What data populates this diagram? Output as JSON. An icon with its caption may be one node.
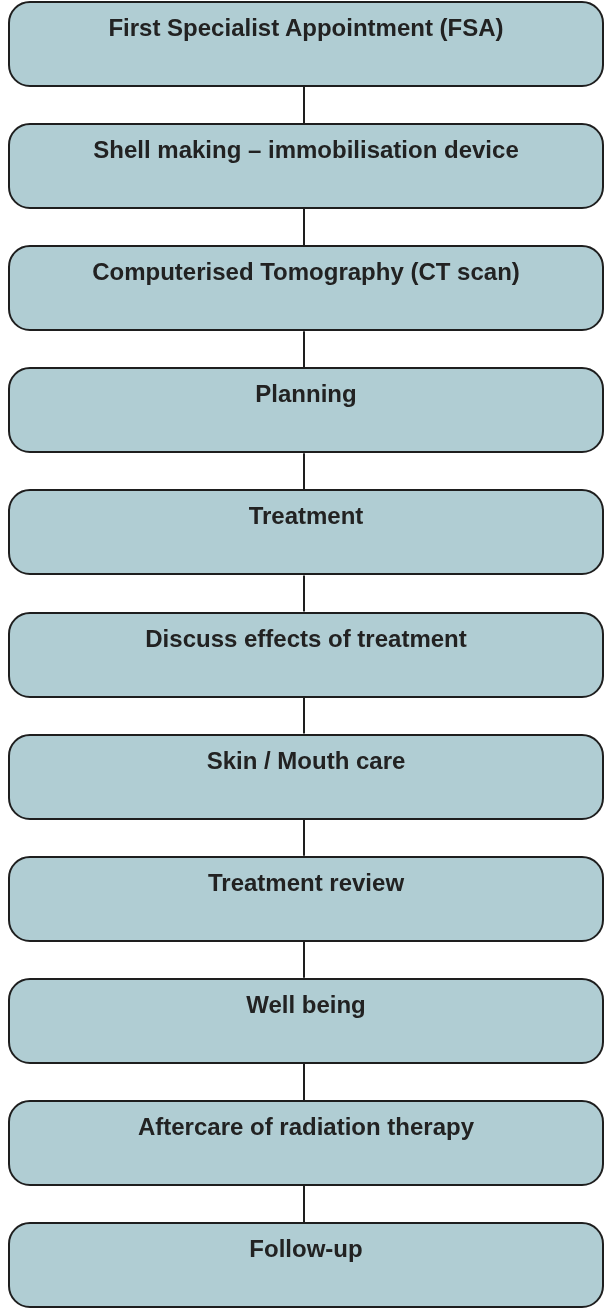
{
  "diagram": {
    "nodes": [
      {
        "text": [
          "First Specialist Appointment (FSA)"
        ]
      },
      {
        "text": [
          "Shell making – immobilisation device"
        ]
      },
      {
        "text": [
          "Computerised Tomography (CT scan)"
        ]
      },
      {
        "text": [
          "Planning"
        ]
      },
      {
        "text": [
          "Treatment"
        ]
      },
      {
        "text": [
          "Discuss effects of treatment"
        ]
      },
      {
        "text": [
          "Skin / Mouth care"
        ]
      },
      {
        "text": [
          "Treatment review"
        ]
      },
      {
        "text": [
          "Well being"
        ]
      },
      {
        "text": [
          "Aftercare of radiation therapy"
        ]
      },
      {
        "text": [
          "Follow-up"
        ]
      }
    ],
    "edges": [
      {
        "from": 0,
        "to": 1,
        "arrow": "none"
      },
      {
        "from": 1,
        "to": 2,
        "arrow": "none"
      },
      {
        "from": 2,
        "to": 3,
        "arrow": "none"
      },
      {
        "from": 3,
        "to": 4,
        "arrow": "none"
      },
      {
        "from": 4,
        "to": 5,
        "arrow": "none"
      },
      {
        "from": 5,
        "to": 6,
        "arrow": "none"
      },
      {
        "from": 6,
        "to": 7,
        "arrow": "none"
      },
      {
        "from": 7,
        "to": 8,
        "arrow": "none"
      },
      {
        "from": 8,
        "to": 9,
        "arrow": "none"
      },
      {
        "from": 9,
        "to": 10,
        "arrow": "none"
      }
    ]
  }
}
